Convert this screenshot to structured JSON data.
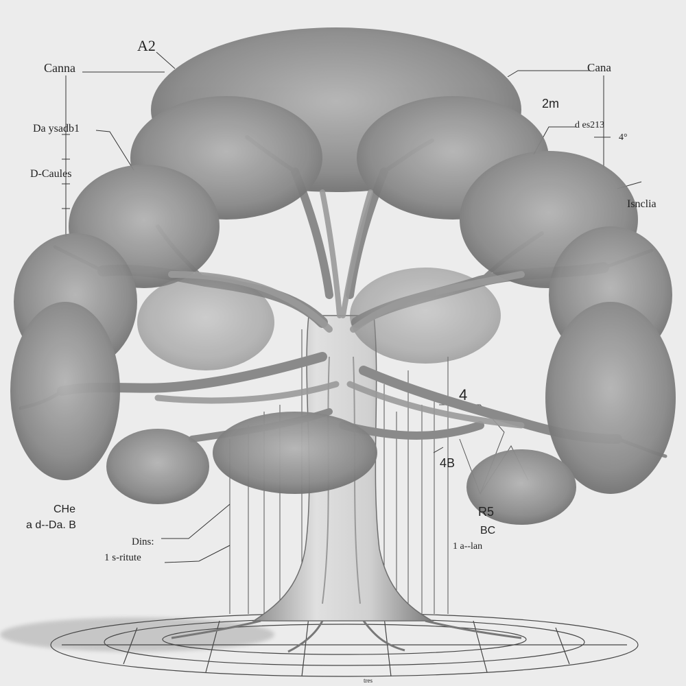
{
  "labels": {
    "top_a2": "A2",
    "top_left": "Canna",
    "top_right": "Cana",
    "left_1": "Da ysadb1",
    "left_2": "D-Caules",
    "right_2m": "2m",
    "right_small_1": "d es213",
    "right_small_2": "4°",
    "right_side": "Isnclia",
    "mid_4": "4",
    "mid_4b": "4B",
    "right_r5": "R5",
    "right_bc": "BC",
    "right_bottom": "1 a--lan",
    "left_che": "CHe",
    "left_adab": "a d--Da. B",
    "left_dins": "Dins:",
    "left_ritute": "1 s-ritute",
    "bottom_center": "tres"
  },
  "colors": {
    "background": "#ececec",
    "foliage_dark": "#6e6e6e",
    "foliage_light": "#a8a8a8",
    "trunk": "#c8c8c8",
    "ink": "#222222"
  }
}
